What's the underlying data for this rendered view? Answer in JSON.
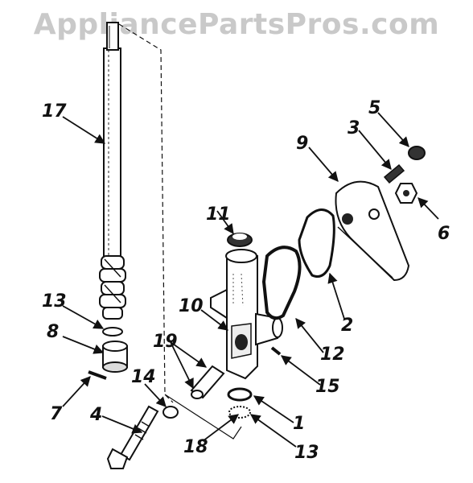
{
  "watermark": "AppliancePartsPros.com",
  "callouts": [
    {
      "id": "17",
      "label": "17"
    },
    {
      "id": "13a",
      "label": "13"
    },
    {
      "id": "8",
      "label": "8"
    },
    {
      "id": "7",
      "label": "7"
    },
    {
      "id": "14",
      "label": "14"
    },
    {
      "id": "4",
      "label": "4"
    },
    {
      "id": "19",
      "label": "19"
    },
    {
      "id": "10",
      "label": "10"
    },
    {
      "id": "11",
      "label": "11"
    },
    {
      "id": "9",
      "label": "9"
    },
    {
      "id": "3",
      "label": "3"
    },
    {
      "id": "5",
      "label": "5"
    },
    {
      "id": "6",
      "label": "6"
    },
    {
      "id": "2",
      "label": "2"
    },
    {
      "id": "12",
      "label": "12"
    },
    {
      "id": "15",
      "label": "15"
    },
    {
      "id": "1",
      "label": "1"
    },
    {
      "id": "18",
      "label": "18"
    },
    {
      "id": "13b",
      "label": "13"
    }
  ],
  "colors": {
    "ink": "#111111",
    "watermark": "#c9c9c9",
    "background": "#ffffff"
  }
}
